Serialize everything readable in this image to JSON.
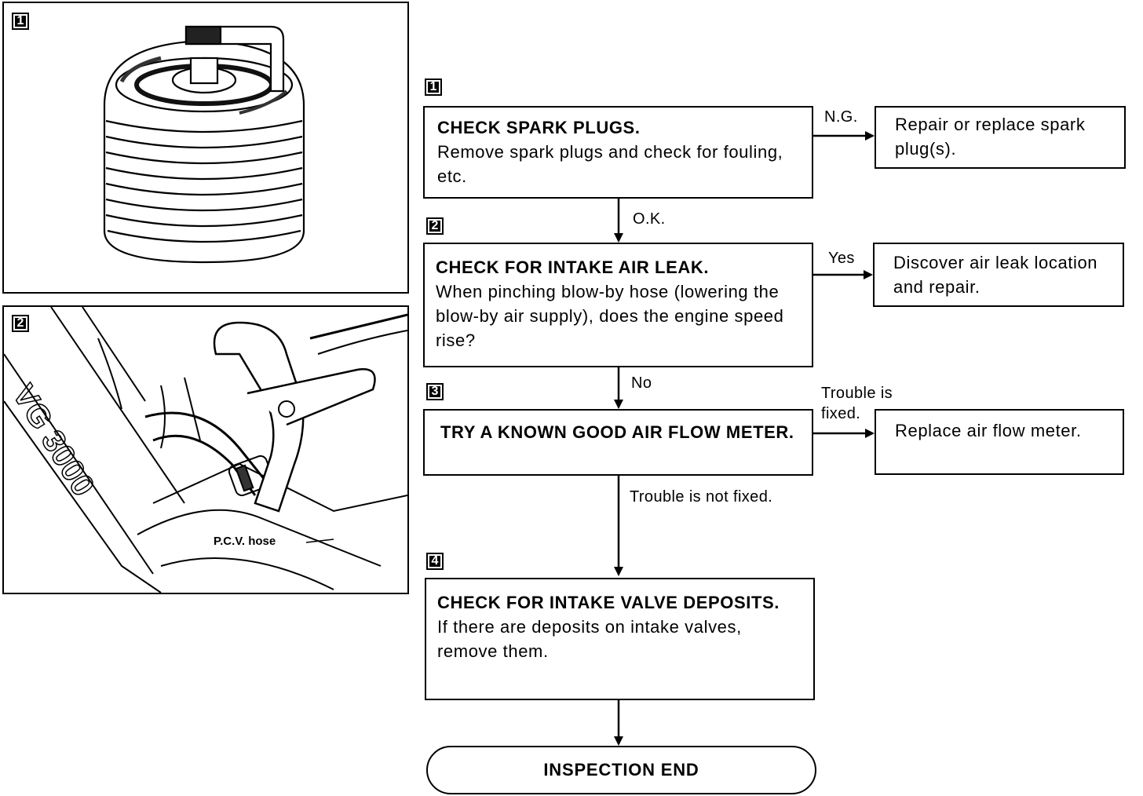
{
  "figures": {
    "fig1": {
      "badge": "1"
    },
    "fig2": {
      "badge": "2",
      "pcv_label": "P.C.V. hose",
      "engine_text": "VG 3000"
    }
  },
  "flow": {
    "step1": {
      "badge": "1",
      "title": "CHECK SPARK PLUGS.",
      "body": "Remove spark plugs and check for fouling, etc.",
      "ng_label": "N.G.",
      "ng_result": "Repair or replace spark plug(s).",
      "ok_label": "O.K."
    },
    "step2": {
      "badge": "2",
      "title": "CHECK FOR INTAKE AIR LEAK.",
      "body": "When pinching blow-by hose (lowering the blow-by air supply), does the engine speed rise?",
      "yes_label": "Yes",
      "yes_result": "Discover air leak location and repair.",
      "no_label": "No"
    },
    "step3": {
      "badge": "3",
      "title": "TRY A KNOWN GOOD AIR FLOW METER.",
      "fixed_label": "Trouble is fixed.",
      "fixed_result": "Replace air flow meter.",
      "not_fixed_label": "Trouble is not fixed."
    },
    "step4": {
      "badge": "4",
      "title": "CHECK FOR INTAKE VALVE DEPOSITS.",
      "body": "If there are deposits on intake valves, remove them."
    },
    "end": {
      "label": "INSPECTION END"
    }
  }
}
